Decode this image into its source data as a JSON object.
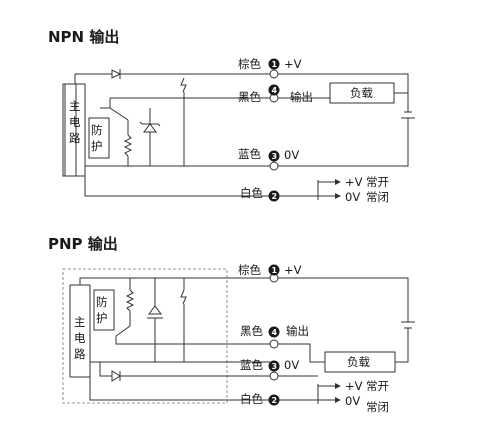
{
  "npn": {
    "title": "NPN 输出",
    "main_circuit": [
      "主",
      "电",
      "路"
    ],
    "protection": [
      "防",
      "护"
    ],
    "brown": "棕色",
    "black": "黑色",
    "blue": "蓝色",
    "white": "白色",
    "n1": "1",
    "n4": "4",
    "n3": "3",
    "n2": "2",
    "plus_v": "+V",
    "output": "输出",
    "zero_v": "0V",
    "load": "负载",
    "no_v": "+V",
    "no_label": "常开",
    "nc_v": "0V",
    "nc_label": "常闭"
  },
  "pnp": {
    "title": "PNP 输出",
    "main_circuit": [
      "主",
      "电",
      "路"
    ],
    "protection": [
      "防",
      "护"
    ],
    "brown": "棕色",
    "black": "黑色",
    "blue": "蓝色",
    "white": "白色",
    "n1": "1",
    "n4": "4",
    "n3": "3",
    "n2": "2",
    "plus_v": "+V",
    "output": "输出",
    "zero_v": "0V",
    "load": "负载",
    "no_v": "+V",
    "no_label": "常开",
    "nc_v": "0V",
    "nc_label": "常闭"
  }
}
